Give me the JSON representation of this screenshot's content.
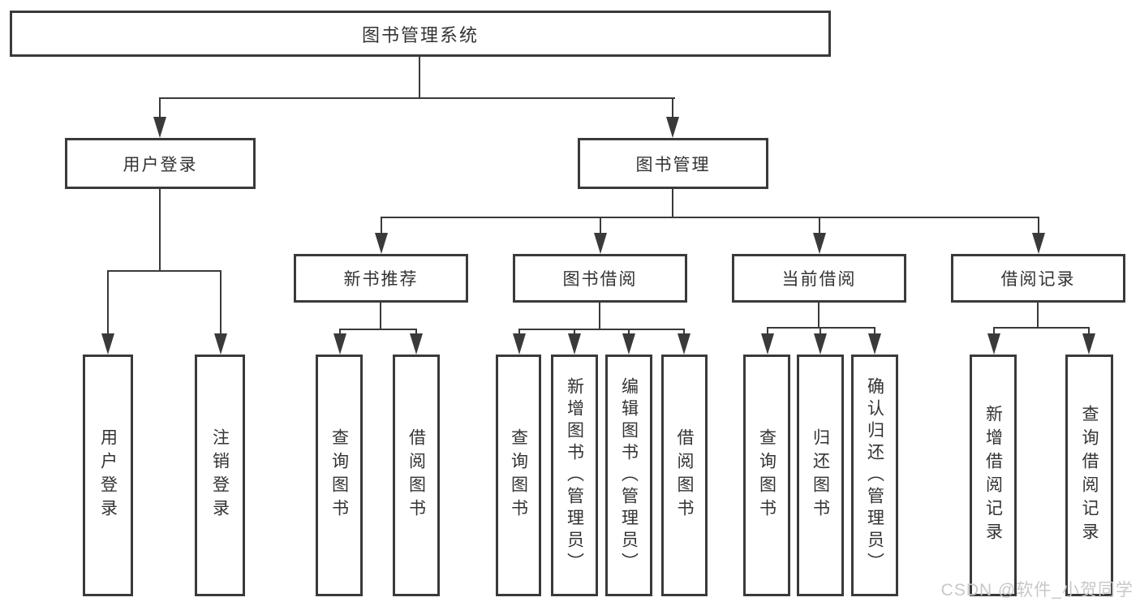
{
  "diagram": {
    "root": "图书管理系统",
    "level2": {
      "user_login": "用户登录",
      "book_mgmt": "图书管理"
    },
    "level3": {
      "new_book": "新书推荐",
      "book_borrow": "图书借阅",
      "current_borrow": "当前借阅",
      "borrow_record": "借阅记录"
    },
    "leaves": {
      "ul_login": "用户登录",
      "ul_logout": "注销登录",
      "nb_query": "查询图书",
      "nb_borrow": "借阅图书",
      "bb_query": "查询图书",
      "bb_add": "新增图书（管理员）",
      "bb_edit": "编辑图书（管理员）",
      "bb_borrow": "借阅图书",
      "cb_query": "查询图书",
      "cb_return": "归还图书",
      "cb_confirm": "确认归还（管理员）",
      "br_add": "新增借阅记录",
      "br_query": "查询借阅记录"
    },
    "colors": {
      "line": "#3a3a3a",
      "box_background": "#ffffff",
      "text": "#333333",
      "watermark": "#c8c8c8"
    }
  },
  "page": {
    "watermark": "CSDN @软件_小贺同学"
  }
}
